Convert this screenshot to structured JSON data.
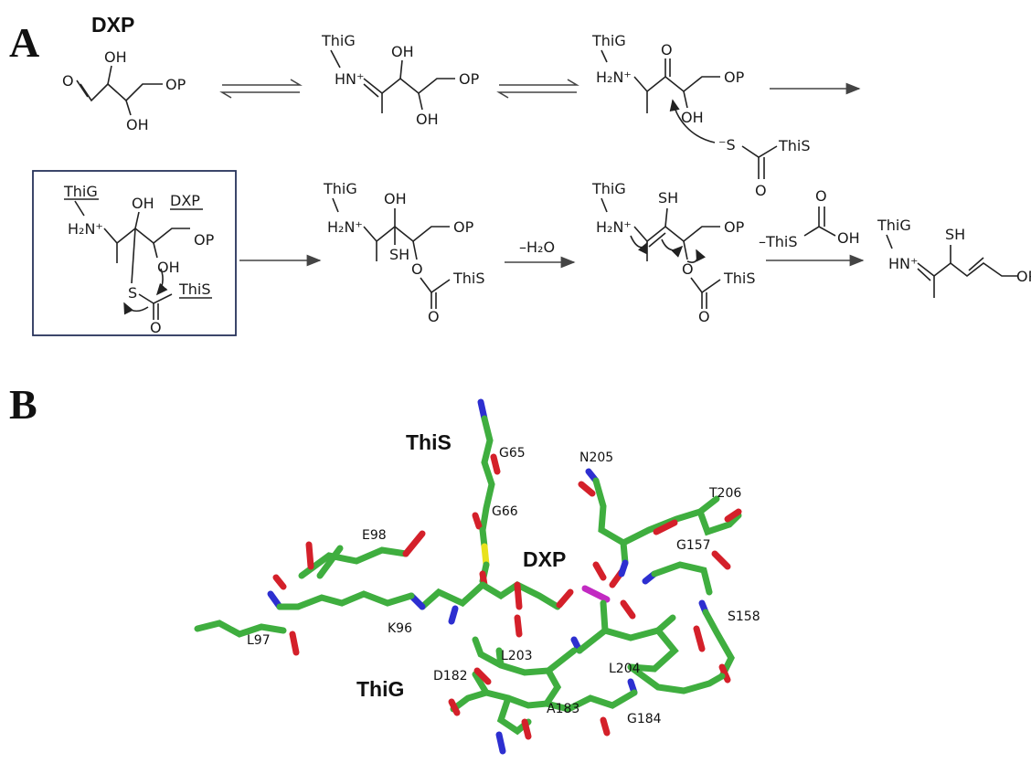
{
  "panels": {
    "a": "A",
    "b": "B"
  },
  "scheme": {
    "dxp_title": "DXP",
    "thig": "ThiG",
    "this": "ThiS",
    "oh": "OH",
    "op": "OP",
    "o": "O",
    "s": "S",
    "sh": "SH",
    "hn_plus": "HN⁺",
    "h2n_plus": "H₂N⁺",
    "minus_s": "⁻S",
    "box_dxp": "DXP",
    "minus_h2o": "–H₂O",
    "minus_this": "–ThiS",
    "partial_op": "OP"
  },
  "structure": {
    "molecule_labels": {
      "this": "ThiS",
      "dxp": "DXP",
      "thig": "ThiG"
    },
    "residues": [
      "G65",
      "N205",
      "T206",
      "G66",
      "E98",
      "G157",
      "S158",
      "K96",
      "L97",
      "L203",
      "L204",
      "D182",
      "A183",
      "G184"
    ]
  },
  "colors": {
    "carbon": "#3fae3f",
    "oxygen": "#d4202a",
    "nitrogen": "#2d2fd0",
    "sulfur": "#e8e21c",
    "phosphorus": "#c22ac2",
    "box_border": "#27325a"
  }
}
